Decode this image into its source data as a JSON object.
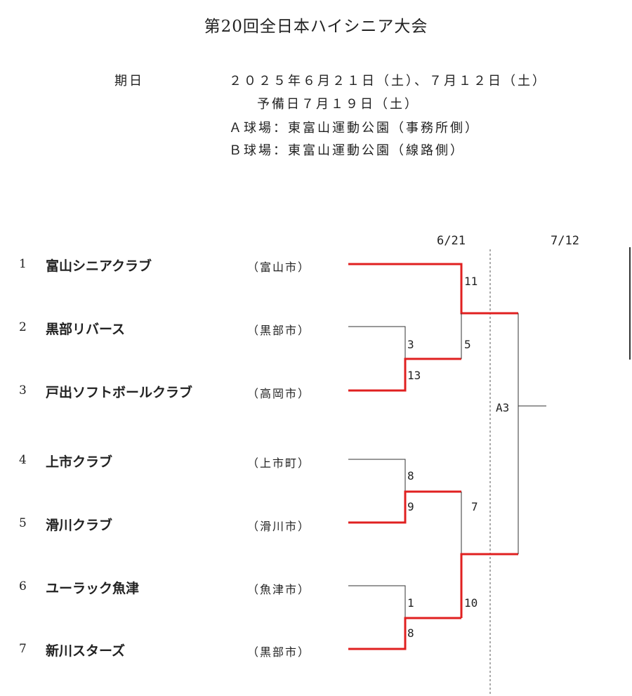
{
  "title": "第20回全日本ハイシニア大会",
  "schedule": {
    "label": "期日",
    "dates": "２０２５年６月２１日（土）、７月１２日（土）",
    "reserve": "予備日７月１９日（土）",
    "field_a": "Ａ球場：東富山運動公園（事務所側）",
    "field_b": "Ｂ球場：東富山運動公園（線路側）"
  },
  "rounds": [
    "6/21",
    "7/12"
  ],
  "teams": [
    {
      "seed": "1",
      "name": "富山シニアクラブ",
      "city": "（富山市）"
    },
    {
      "seed": "2",
      "name": "黒部リバース",
      "city": "（黒部市）"
    },
    {
      "seed": "3",
      "name": "戸出ソフトボールクラブ",
      "city": "（高岡市）"
    },
    {
      "seed": "4",
      "name": "上市クラブ",
      "city": "（上市町）"
    },
    {
      "seed": "5",
      "name": "滑川クラブ",
      "city": "（滑川市）"
    },
    {
      "seed": "6",
      "name": "ユーラック魚津",
      "city": "（魚津市）"
    },
    {
      "seed": "7",
      "name": "新川スターズ",
      "city": "（黒部市）"
    }
  ],
  "scores": {
    "m1_top": "3",
    "m1_bottom": "13",
    "m2_top": "8",
    "m2_bottom": "9",
    "m3_top": "1",
    "m3_bottom": "8",
    "sf1_top": "11",
    "sf1_bottom": "5",
    "sf2_top": "7",
    "sf2_bottom": "10",
    "final_field": "A3"
  },
  "colors": {
    "winner_line": "#e02020",
    "line": "#333333"
  }
}
